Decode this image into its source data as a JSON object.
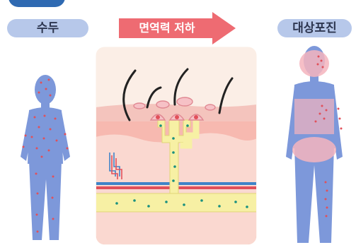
{
  "labels": {
    "left": "수두",
    "arrow": "면역력 저하",
    "right": "대상포진"
  },
  "colors": {
    "pill_bg": "#b7c8ea",
    "pill_text": "#2d3650",
    "corner_tab": "#2f6ab2",
    "arrow": "#ee6b72",
    "body_blue": "#7d98da",
    "rash_red": "#e1505a",
    "inflamed_pink": "#f4b4bd",
    "skin_surface": "#f4c4bd",
    "dermis": "#fad8d0",
    "nerve_yellow": "#f7f0a4",
    "nerve_dot": "#19907f",
    "hair": "#222222",
    "vessel_blue": "#3f84c8"
  },
  "icons": {
    "left_figure": "child-with-chickenpox-rash-icon",
    "right_figure": "adult-with-shingles-rash-icon",
    "center_panel": "skin-nerve-cross-section-icon",
    "arrow": "right-arrow-icon"
  }
}
